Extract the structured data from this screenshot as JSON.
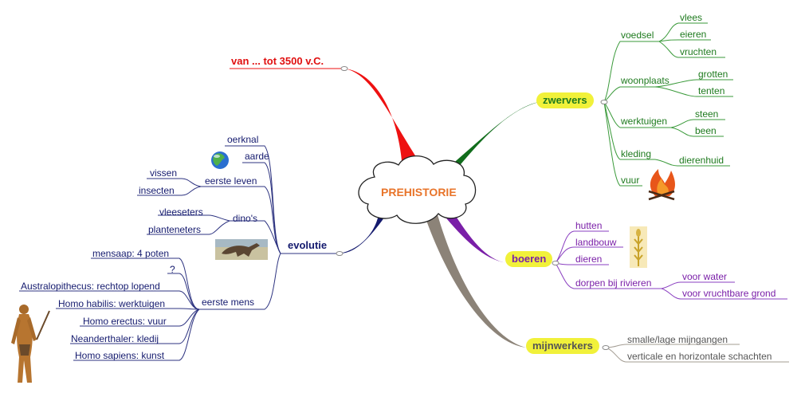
{
  "center": {
    "label": "PREHISTORIE"
  },
  "timeframe": {
    "label": "van ... tot 3500 v.C."
  },
  "zwervers": {
    "label": "zwervers",
    "voedsel": {
      "label": "voedsel",
      "items": [
        "vlees",
        "eieren",
        "vruchten"
      ]
    },
    "woonplaats": {
      "label": "woonplaats",
      "items": [
        "grotten",
        "tenten"
      ]
    },
    "werktuigen": {
      "label": "werktuigen",
      "items": [
        "steen",
        "been"
      ]
    },
    "kleding": {
      "label": "kleding",
      "items": [
        "dierenhuid"
      ]
    },
    "vuur": {
      "label": "vuur"
    }
  },
  "boeren": {
    "label": "boeren",
    "items": [
      "hutten",
      "landbouw",
      "dieren"
    ],
    "dorpen": {
      "label": "dorpen bij rivieren",
      "items": [
        "voor water",
        "voor vruchtbare grond"
      ]
    }
  },
  "mijnwerkers": {
    "label": "mijnwerkers",
    "items": [
      "smalle/lage mijngangen",
      "verticale en horizontale schachten"
    ]
  },
  "evolutie": {
    "label": "evolutie",
    "oerknal": "oerknal",
    "aarde": "aarde",
    "eerste_leven": {
      "label": "eerste leven",
      "items": [
        "vissen",
        "insecten"
      ]
    },
    "dinos": {
      "label": "dino's",
      "items": [
        "vleeseters",
        "planteneters"
      ]
    },
    "eerste_mens": {
      "label": "eerste mens",
      "items": [
        "mensaap: 4 poten",
        "?",
        "Australopithecus: rechtop lopend",
        "Homo habilis: werktuigen",
        "Homo erectus: vuur",
        "Neanderthaler: kledij",
        "Homo sapiens: kunst"
      ]
    }
  },
  "colors": {
    "red": "#e01010",
    "green": "#1e7a1e",
    "purple": "#7a1fa8",
    "grey": "#8c8378",
    "blue": "#141a6e",
    "pill": "#f1f13a"
  }
}
